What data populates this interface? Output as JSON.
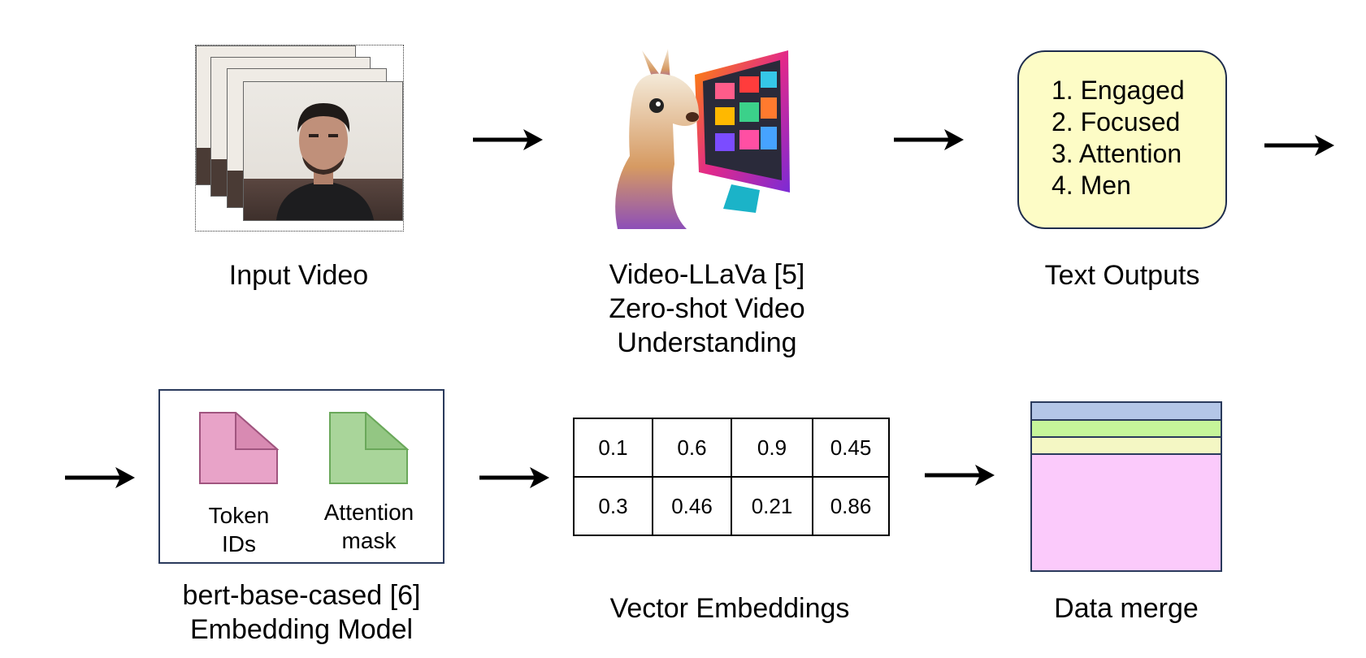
{
  "labels": {
    "input_video": "Input Video",
    "llava_line1": "Video-LLaVa [5]",
    "llava_line2": "Zero-shot Video",
    "llava_line3": "Understanding",
    "text_outputs": "Text Outputs",
    "bert_line1": "bert-base-cased [6]",
    "bert_line2": "Embedding Model",
    "vector_embeddings": "Vector Embeddings",
    "data_merge": "Data merge"
  },
  "text_output_items": [
    "1. Engaged",
    "2. Focused",
    "3. Attention",
    "4. Men"
  ],
  "bert": {
    "token_line1": "Token",
    "token_line2": "IDs",
    "attn_line1": "Attention",
    "attn_line2": "mask"
  },
  "embeddings": [
    [
      "0.1",
      "0.6",
      "0.9",
      "0.45"
    ],
    [
      "0.3",
      "0.46",
      "0.21",
      "0.86"
    ]
  ],
  "colors": {
    "text_box_fill": "#fdfcc6",
    "token_doc": "#e8a3c8",
    "attention_doc": "#a9d59a",
    "merge_band1": "#b4c6e7",
    "merge_band2": "#c6f59a",
    "merge_band3": "#f4f7c4",
    "merge_body": "#fbcafb"
  }
}
